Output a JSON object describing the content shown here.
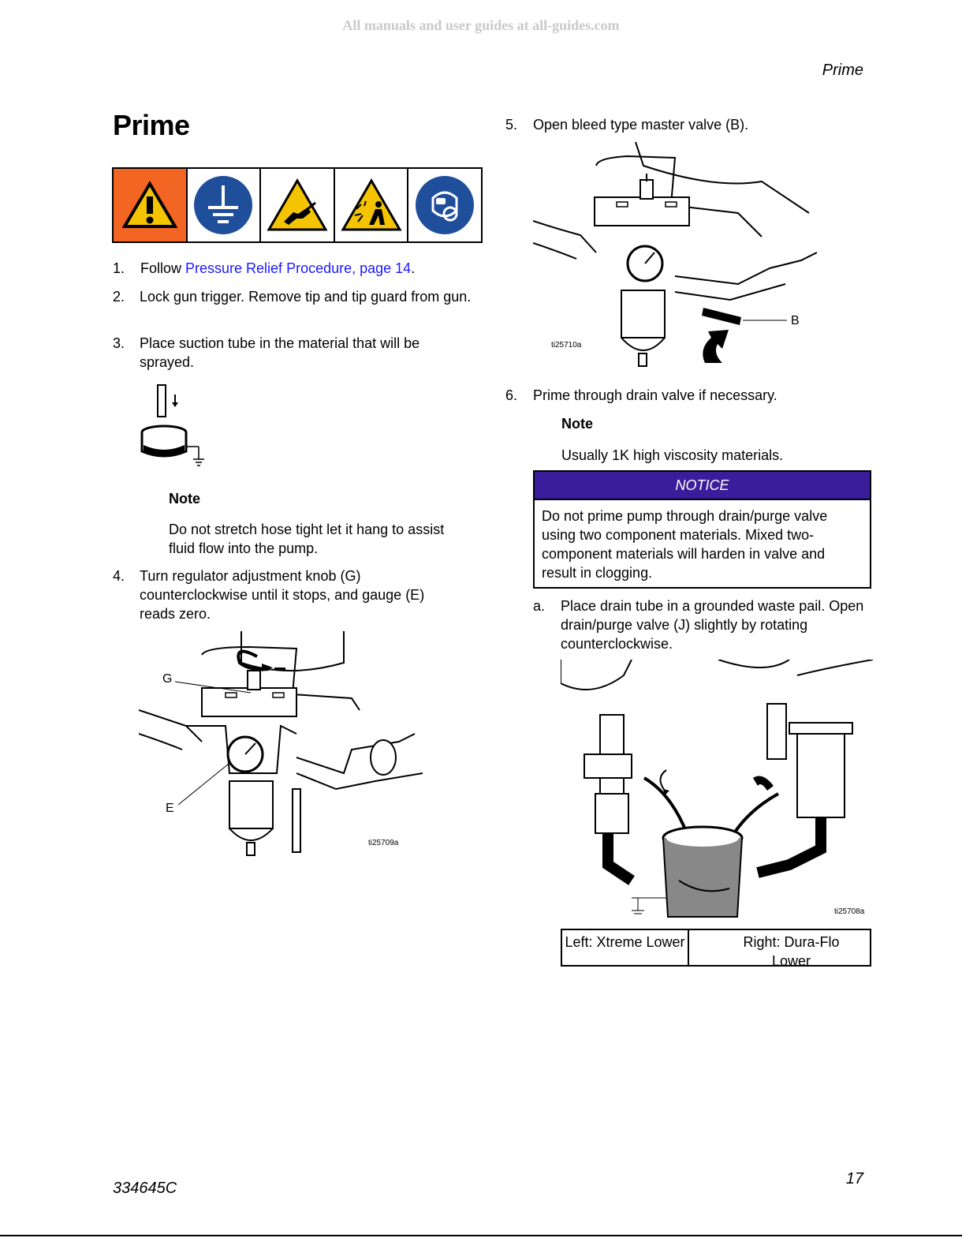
{
  "watermark": "All manuals and user guides at all-guides.com",
  "running_head": "Prime",
  "title": "Prime",
  "warning_icons": [
    "warning-triangle-icon",
    "ground-icon",
    "injection-hazard-icon",
    "splash-hazard-icon",
    "protective-equipment-icon"
  ],
  "steps_left": {
    "s1_num": "1.",
    "s1_text": "Follow ",
    "s1_link": "Pressure Relief Procedure, page 14",
    "s1_end": ".",
    "s2_num": "2.",
    "s2_text": "Lock gun trigger. Remove tip and tip guard from gun.",
    "s3_num": "3.",
    "s3_text": "Place suction tube in the material that will be sprayed.",
    "note_heading": "Note",
    "note_text": "Do not stretch hose tight let it hang to assist fluid flow into the pump.",
    "s4_num": "4.",
    "s4_text": "Turn regulator adjustment knob (G) counterclockwise until it stops, and gauge (E) reads zero."
  },
  "fig_left": {
    "label_g": "G",
    "label_e": "E",
    "id": "ti25709a"
  },
  "steps_right": {
    "s5_num": "5.",
    "s5_text": "Open bleed type master valve (B).",
    "s6_num": "6.",
    "s6_text": "Prime through drain valve if necessary.",
    "note_heading": "Note",
    "note_text": "Usually 1K high viscosity materials.",
    "sa_num": "a.",
    "sa_text": "Place drain tube in a grounded waste pail. Open drain/purge valve (J) slightly by rotating counterclockwise."
  },
  "fig_b": {
    "label_b": "B",
    "id": "ti25710a"
  },
  "notice": {
    "heading": "NOTICE",
    "text": "Do not prime pump through drain/purge valve using two component materials. Mixed two-component materials will harden in valve and result in clogging."
  },
  "fig_pail": {
    "id": "ti25708a"
  },
  "caption": {
    "left": "Left:  Xtreme Lower",
    "right": "Right:   Dura-Flo Lower"
  },
  "footer": {
    "doc_number": "334645C",
    "page": "17"
  },
  "colors": {
    "warning_orange": "#f26522",
    "notice_purple": "#3a1d9a",
    "link_blue": "#1a1aff",
    "mandatory_blue": "#1f4e9b",
    "hazard_yellow": "#f5c400"
  }
}
